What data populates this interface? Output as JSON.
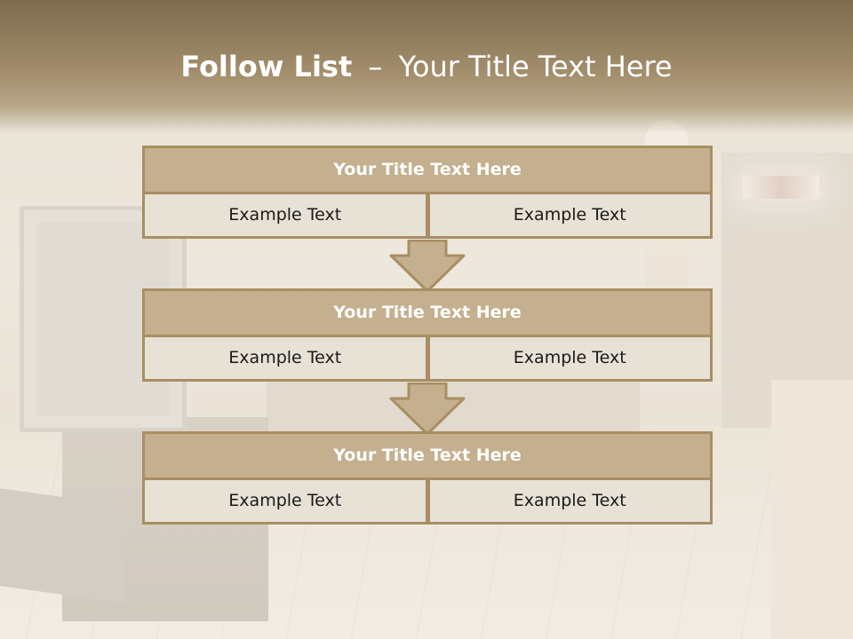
{
  "header": {
    "title_strong": "Follow List",
    "title_sep": "–",
    "title_rest": "Your Title Text Here"
  },
  "blocks": [
    {
      "title": "Your Title Text Here",
      "left": "Example Text",
      "right": "Example Text"
    },
    {
      "title": "Your Title Text Here",
      "left": "Example Text",
      "right": "Example Text"
    },
    {
      "title": "Your Title Text Here",
      "left": "Example Text",
      "right": "Example Text"
    }
  ],
  "colors": {
    "accent_fill": "#c4b08e",
    "accent_border": "#a88e63",
    "cell_fill": "#e8e1d6",
    "header_band": "#8f7b5a"
  },
  "icons": [
    "down-arrow-icon",
    "down-arrow-icon"
  ]
}
